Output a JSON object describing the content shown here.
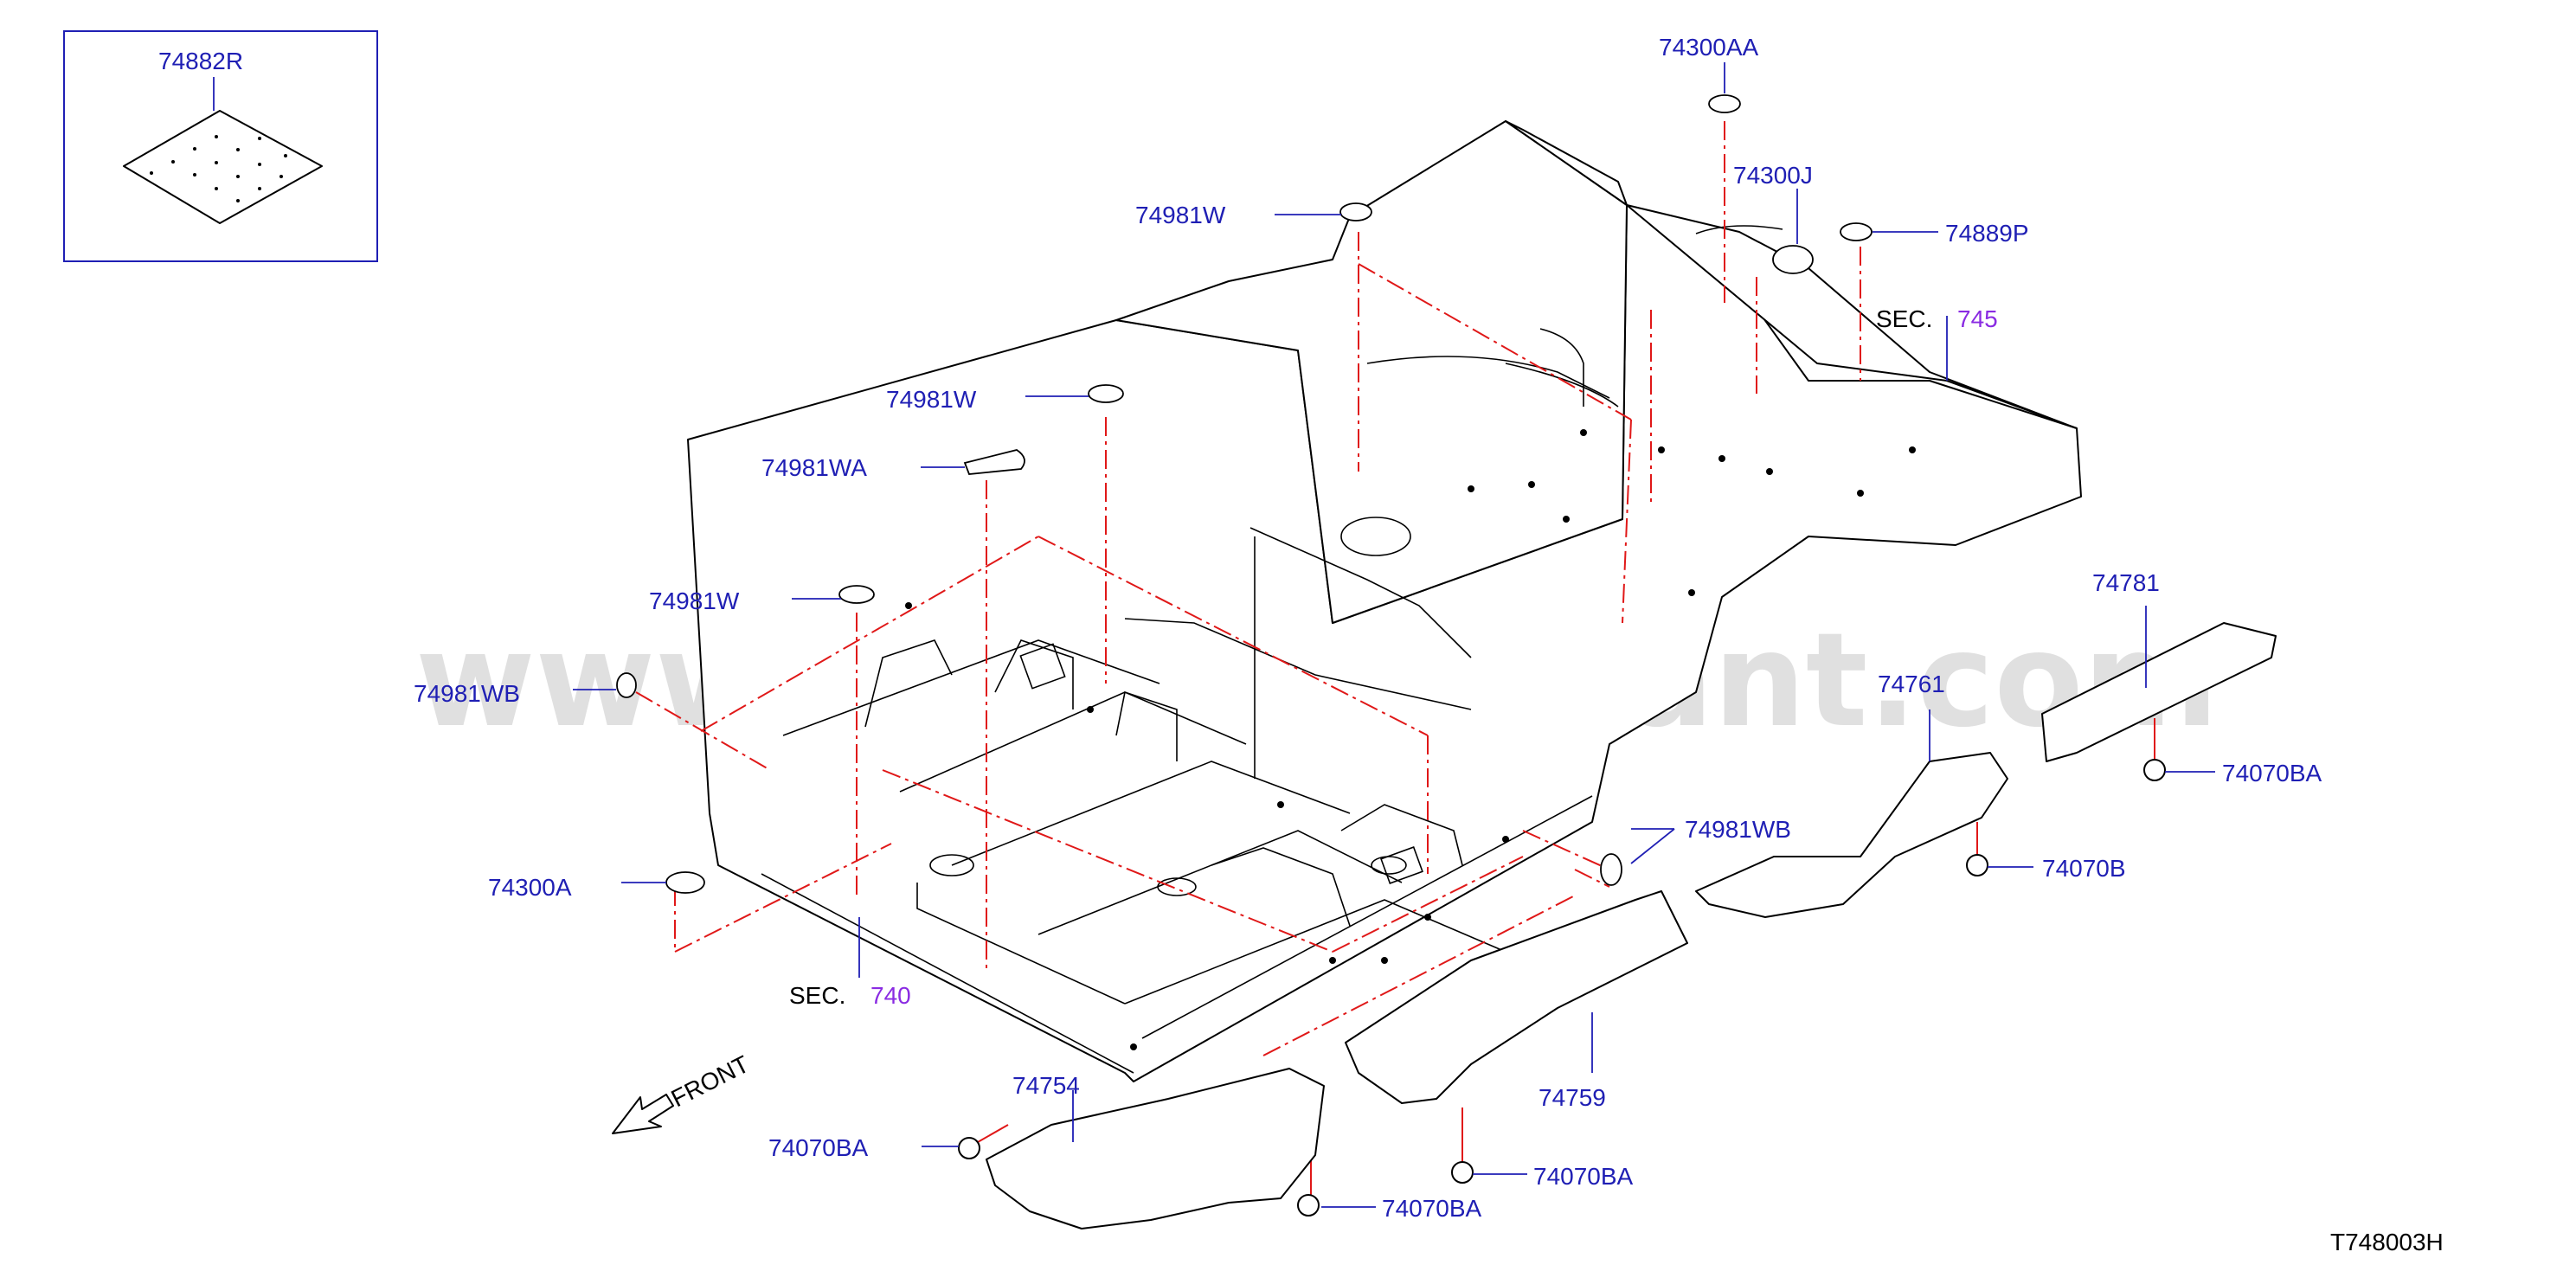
{
  "watermark": "www.partsassistant.com",
  "diagram_code": "T748003H",
  "front_label": "FRONT",
  "inset": {
    "label": "74882R"
  },
  "sections": [
    {
      "prefix": "SEC.",
      "number": "745"
    },
    {
      "prefix": "SEC.",
      "number": "740"
    }
  ],
  "callouts": [
    {
      "id": "74300AA"
    },
    {
      "id": "74300J"
    },
    {
      "id": "74889P"
    },
    {
      "id": "74981W"
    },
    {
      "id": "74981W"
    },
    {
      "id": "74981WA"
    },
    {
      "id": "74981W"
    },
    {
      "id": "74981WB"
    },
    {
      "id": "74300A"
    },
    {
      "id": "74781"
    },
    {
      "id": "74070BA"
    },
    {
      "id": "74761"
    },
    {
      "id": "74981WB"
    },
    {
      "id": "74070B"
    },
    {
      "id": "74759"
    },
    {
      "id": "74070BA"
    },
    {
      "id": "74754"
    },
    {
      "id": "74070BA"
    },
    {
      "id": "74070BA"
    }
  ],
  "colors": {
    "label": "#1f1fb4",
    "section_number": "#8a2be2",
    "guide_line": "#e01818",
    "outline": "#000000"
  }
}
